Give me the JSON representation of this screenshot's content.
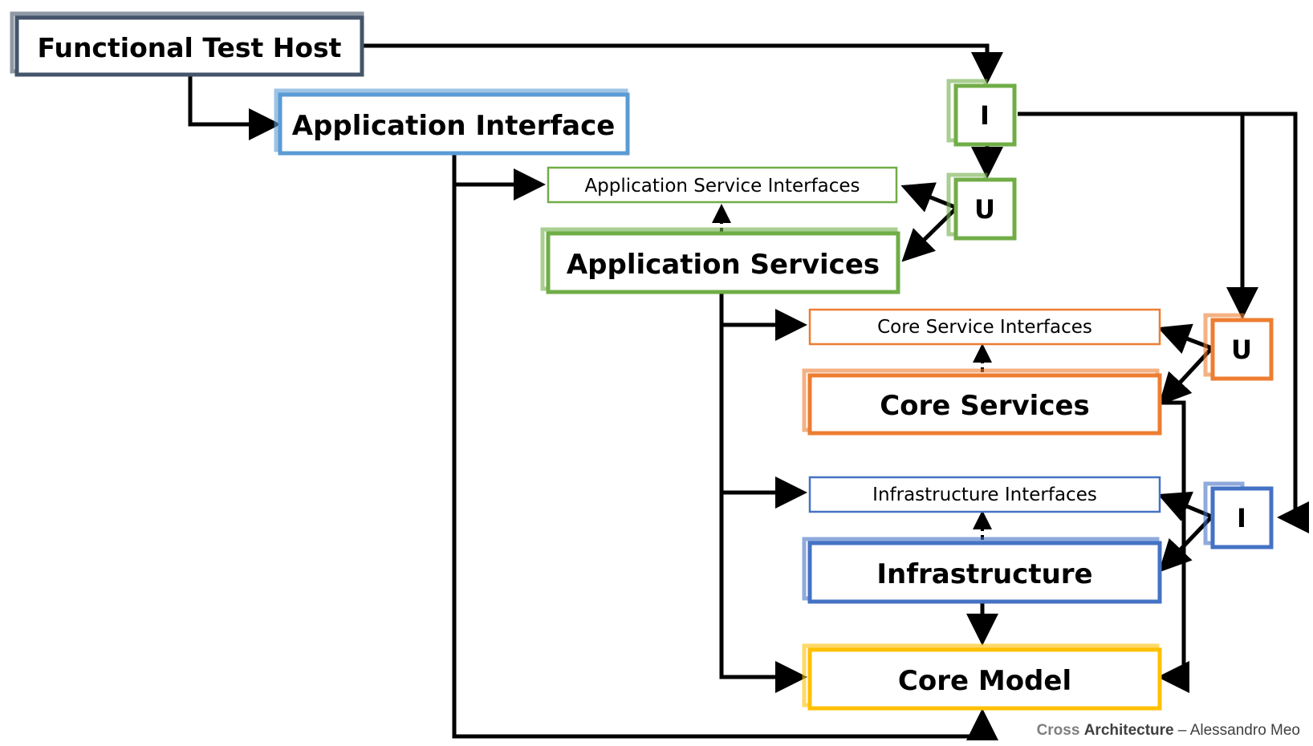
{
  "diagram": {
    "nodes": {
      "functional_test_host": "Functional Test Host",
      "application_interface": "Application Interface",
      "application_service_interfaces": "Application Service Interfaces",
      "application_services": "Application Services",
      "core_service_interfaces": "Core Service Interfaces",
      "core_services": "Core Services",
      "infrastructure_interfaces": "Infrastructure Interfaces",
      "infrastructure": "Infrastructure",
      "core_model": "Core Model"
    },
    "markers": {
      "integration_top": "I",
      "unit_app": "U",
      "unit_core": "U",
      "integration_infra": "I"
    },
    "credit": {
      "cross": "Cross",
      "architecture": "Architecture",
      "separator": " – ",
      "author": "Alessandro Meo"
    }
  },
  "colors": {
    "host": "#44546a",
    "app_interface": "#5b9bd5",
    "green": "#70ad47",
    "orange": "#ed7d31",
    "blue": "#4472c4",
    "gold": "#ffc000",
    "arrow": "#000000"
  }
}
